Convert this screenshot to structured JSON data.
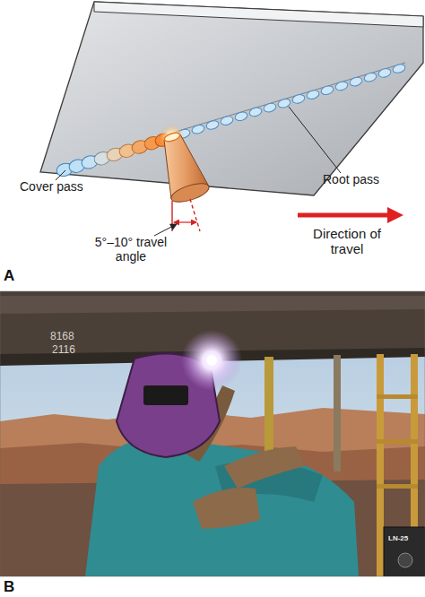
{
  "diagram": {
    "labels": [
      "Cover pass",
      "Root pass",
      "5°–10° travel angle",
      "Direction of travel",
      "A",
      "8168",
      "2116",
      "LN-25",
      "B"
    ]
  }
}
